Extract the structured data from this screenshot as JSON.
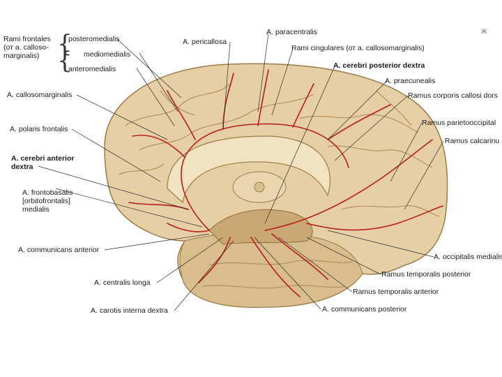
{
  "colors": {
    "brain_fill": "#e6cfa4",
    "brain_shadow": "#c9a874",
    "gyrus_line": "#b08a58",
    "artery": "#b81c1c",
    "leader": "#2a2a2a"
  },
  "group": {
    "title": "Rami frontales\n(от а. calloso-\nmarginalis)",
    "items": [
      "posteromedialis",
      "mediomedialis",
      "anteromedialis"
    ]
  },
  "labels": [
    {
      "key": "pericallosa",
      "text": "A. pericallosa"
    },
    {
      "key": "paracentralis",
      "text": "A. paracentralis"
    },
    {
      "key": "cingulares",
      "text": "Rami cingulares (от а. callosomarginalis)"
    },
    {
      "key": "cerebri_posterior",
      "text": "A. cerebri posterior dextra",
      "bold": true
    },
    {
      "key": "praecunealis",
      "text": "A. praecunealis"
    },
    {
      "key": "corporis_callosi",
      "text": "Ramus corporis callosi dors"
    },
    {
      "key": "parietooccipitalis",
      "text": "Ramus parietooccipital"
    },
    {
      "key": "calcarinus",
      "text": "Ramus calcarinu"
    },
    {
      "key": "callosomarginalis",
      "text": "A. callosomarginalis"
    },
    {
      "key": "polaris_frontalis",
      "text": "A. polaris frontalis"
    },
    {
      "key": "cerebri_anterior",
      "text": "A. cerebri anterior\ndextra",
      "bold": true
    },
    {
      "key": "frontobasalis",
      "text": "A. frontobasalis\n[orbitofrontalis]\nmedialis"
    },
    {
      "key": "communicans_anterior",
      "text": "A. communicans anterior"
    },
    {
      "key": "centralis_longa",
      "text": "A. centralis longa"
    },
    {
      "key": "carotis_interna",
      "text": "A. carotis interna dextra"
    },
    {
      "key": "occipitalis_medialis",
      "text": "A. occipitalis medialis"
    },
    {
      "key": "temporalis_posterior",
      "text": "Ramus temporalis posterior"
    },
    {
      "key": "temporalis_anterior",
      "text": "Ramus temporalis anterior"
    },
    {
      "key": "communicans_posterior",
      "text": "A. communicans posterior"
    }
  ],
  "corner_mark": "Ж"
}
